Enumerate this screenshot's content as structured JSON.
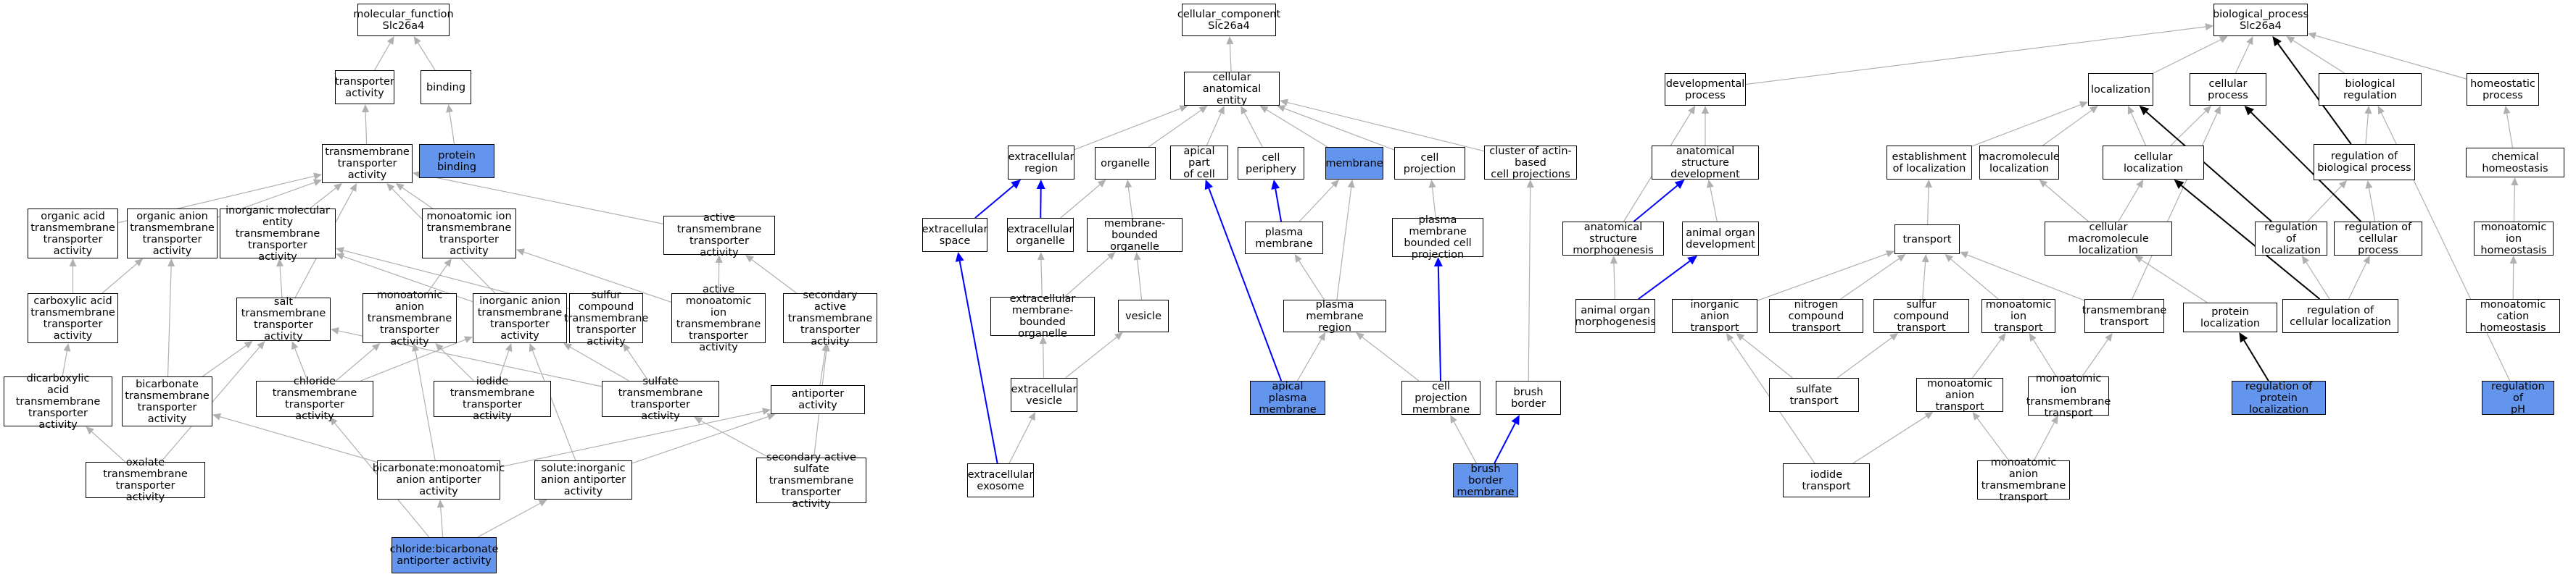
{
  "colors": {
    "plain": "#ffffff",
    "inferred": "#add8e6",
    "direct": "#6495ed",
    "edge_gray": "#b0b0b0",
    "edge_blue": "#0000ff",
    "edge_black": "#000000"
  },
  "nodes": [
    {
      "id": "mf",
      "label": "molecular_function\nSlc26a4",
      "style": "plain"
    },
    {
      "id": "ta",
      "label": "transporter\nactivity",
      "style": "plain"
    },
    {
      "id": "binding",
      "label": "binding",
      "style": "plain"
    },
    {
      "id": "pb",
      "label": "protein binding",
      "style": "direct"
    },
    {
      "id": "tmta",
      "label": "transmembrane\ntransporter\nactivity",
      "style": "plain"
    },
    {
      "id": "oatta",
      "label": "organic acid\ntransmembrane\ntransporter\nactivity",
      "style": "plain"
    },
    {
      "id": "oanta",
      "label": "organic anion\ntransmembrane\ntransporter\nactivity",
      "style": "plain"
    },
    {
      "id": "imeta",
      "label": "inorganic molecular\nentity transmembrane\ntransporter\nactivity",
      "style": "plain"
    },
    {
      "id": "maita",
      "label": "monoatomic ion\ntransmembrane\ntransporter\nactivity",
      "style": "plain"
    },
    {
      "id": "atta",
      "label": "active transmembrane\ntransporter\nactivity",
      "style": "plain"
    },
    {
      "id": "caatta",
      "label": "carboxylic acid\ntransmembrane\ntransporter\nactivity",
      "style": "plain"
    },
    {
      "id": "stta",
      "label": "salt transmembrane\ntransporter\nactivity",
      "style": "plain"
    },
    {
      "id": "maanta",
      "label": "monoatomic anion\ntransmembrane\ntransporter\nactivity",
      "style": "light"
    },
    {
      "id": "ianta",
      "label": "inorganic anion\ntransmembrane\ntransporter\nactivity",
      "style": "plain"
    },
    {
      "id": "sctta",
      "label": "sulfur compound\ntransmembrane\ntransporter\nactivity",
      "style": "plain"
    },
    {
      "id": "amita",
      "label": "active monoatomic\nion transmembrane\ntransporter\nactivity",
      "style": "plain"
    },
    {
      "id": "sata",
      "label": "secondary active\ntransmembrane\ntransporter\nactivity",
      "style": "plain"
    },
    {
      "id": "dcatta",
      "label": "dicarboxylic\nacid transmembrane\ntransporter\nactivity",
      "style": "plain"
    },
    {
      "id": "btta",
      "label": "bicarbonate\ntransmembrane\ntransporter\nactivity",
      "style": "light"
    },
    {
      "id": "cltta",
      "label": "chloride transmembrane\ntransporter\nactivity",
      "style": "light"
    },
    {
      "id": "itta",
      "label": "iodide transmembrane\ntransporter\nactivity",
      "style": "light"
    },
    {
      "id": "sutta",
      "label": "sulfate transmembrane\ntransporter\nactivity",
      "style": "light"
    },
    {
      "id": "apa",
      "label": "antiporter activity",
      "style": "plain"
    },
    {
      "id": "oxtta",
      "label": "oxalate transmembrane\ntransporter\nactivity",
      "style": "light"
    },
    {
      "id": "bmaaa",
      "label": "bicarbonate:monoatomic\nanion antiporter\nactivity",
      "style": "plain"
    },
    {
      "id": "siaa",
      "label": "solute:inorganic\nanion antiporter\nactivity",
      "style": "plain"
    },
    {
      "id": "sastta",
      "label": "secondary active\nsulfate transmembrane\ntransporter\nactivity",
      "style": "light"
    },
    {
      "id": "cbaa",
      "label": "chloride:bicarbonate\nantiporter activity",
      "style": "direct"
    },
    {
      "id": "cc",
      "label": "cellular_component\nSlc26a4",
      "style": "plain"
    },
    {
      "id": "cae",
      "label": "cellular anatomical\nentity",
      "style": "plain"
    },
    {
      "id": "ecr",
      "label": "extracellular\nregion",
      "style": "plain"
    },
    {
      "id": "org",
      "label": "organelle",
      "style": "plain"
    },
    {
      "id": "apc",
      "label": "apical part\nof cell",
      "style": "plain"
    },
    {
      "id": "cp",
      "label": "cell periphery",
      "style": "plain"
    },
    {
      "id": "mem",
      "label": "membrane",
      "style": "direct"
    },
    {
      "id": "cproj",
      "label": "cell projection",
      "style": "plain"
    },
    {
      "id": "caacp",
      "label": "cluster of actin-based\ncell projections",
      "style": "plain"
    },
    {
      "id": "ecs",
      "label": "extracellular\nspace",
      "style": "plain"
    },
    {
      "id": "eco",
      "label": "extracellular\norganelle",
      "style": "plain"
    },
    {
      "id": "mbo",
      "label": "membrane-bounded\norganelle",
      "style": "plain"
    },
    {
      "id": "pm",
      "label": "plasma membrane",
      "style": "light"
    },
    {
      "id": "pmbcp",
      "label": "plasma membrane\nbounded cell\nprojection",
      "style": "plain"
    },
    {
      "id": "ecmbo",
      "label": "extracellular\nmembrane-bounded\norganelle",
      "style": "plain"
    },
    {
      "id": "ves",
      "label": "vesicle",
      "style": "plain"
    },
    {
      "id": "pmr",
      "label": "plasma membrane\nregion",
      "style": "plain"
    },
    {
      "id": "ecv",
      "label": "extracellular\nvesicle",
      "style": "plain"
    },
    {
      "id": "apm",
      "label": "apical plasma\nmembrane",
      "style": "direct"
    },
    {
      "id": "cpm",
      "label": "cell projection\nmembrane",
      "style": "plain"
    },
    {
      "id": "bb",
      "label": "brush border",
      "style": "plain"
    },
    {
      "id": "exo",
      "label": "extracellular\nexosome",
      "style": "light"
    },
    {
      "id": "bbm",
      "label": "brush border\nmembrane",
      "style": "direct"
    },
    {
      "id": "bp",
      "label": "biological_process\nSlc26a4",
      "style": "plain"
    },
    {
      "id": "dp",
      "label": "developmental\nprocess",
      "style": "plain"
    },
    {
      "id": "loc",
      "label": "localization",
      "style": "plain"
    },
    {
      "id": "cproc",
      "label": "cellular process",
      "style": "plain"
    },
    {
      "id": "breg",
      "label": "biological regulation",
      "style": "plain"
    },
    {
      "id": "hp",
      "label": "homeostatic\nprocess",
      "style": "plain"
    },
    {
      "id": "asd",
      "label": "anatomical structure\ndevelopment",
      "style": "plain"
    },
    {
      "id": "eol",
      "label": "establishment\nof localization",
      "style": "plain"
    },
    {
      "id": "mml",
      "label": "macromolecule\nlocalization",
      "style": "plain"
    },
    {
      "id": "cloc",
      "label": "cellular localization",
      "style": "plain"
    },
    {
      "id": "rbp",
      "label": "regulation of\nbiological process",
      "style": "plain"
    },
    {
      "id": "ch",
      "label": "chemical homeostasis",
      "style": "plain"
    },
    {
      "id": "asm",
      "label": "anatomical structure\nmorphogenesis",
      "style": "plain"
    },
    {
      "id": "aod",
      "label": "animal organ\ndevelopment",
      "style": "plain"
    },
    {
      "id": "trans",
      "label": "transport",
      "style": "plain"
    },
    {
      "id": "rol",
      "label": "regulation of\nlocalization",
      "style": "plain"
    },
    {
      "id": "rcp",
      "label": "regulation of\ncellular process",
      "style": "plain"
    },
    {
      "id": "cmml",
      "label": "cellular macromolecule\nlocalization",
      "style": "plain"
    },
    {
      "id": "mih",
      "label": "monoatomic ion\nhomeostasis",
      "style": "plain"
    },
    {
      "id": "aom",
      "label": "animal organ\nmorphogenesis",
      "style": "light"
    },
    {
      "id": "iat",
      "label": "inorganic anion\ntransport",
      "style": "light"
    },
    {
      "id": "nct",
      "label": "nitrogen compound\ntransport",
      "style": "plain"
    },
    {
      "id": "sct",
      "label": "sulfur compound\ntransport",
      "style": "plain"
    },
    {
      "id": "mit",
      "label": "monoatomic ion\ntransport",
      "style": "plain"
    },
    {
      "id": "tmt",
      "label": "transmembrane\ntransport",
      "style": "light"
    },
    {
      "id": "pl",
      "label": "protein localization",
      "style": "plain"
    },
    {
      "id": "rcl",
      "label": "regulation of\ncellular localization",
      "style": "plain"
    },
    {
      "id": "mch",
      "label": "monoatomic cation\nhomeostasis",
      "style": "plain"
    },
    {
      "id": "st",
      "label": "sulfate transport",
      "style": "light"
    },
    {
      "id": "mat",
      "label": "monoatomic anion\ntransport",
      "style": "plain"
    },
    {
      "id": "mitt",
      "label": "monoatomic ion\ntransmembrane\ntransport",
      "style": "plain"
    },
    {
      "id": "rpl",
      "label": "regulation of\nprotein localization",
      "style": "direct"
    },
    {
      "id": "rph",
      "label": "regulation of\npH",
      "style": "direct"
    },
    {
      "id": "it",
      "label": "iodide transport",
      "style": "light"
    },
    {
      "id": "matt",
      "label": "monoatomic anion\ntransmembrane\ntransport",
      "style": "light"
    }
  ],
  "edges": [
    {
      "from": "ta",
      "to": "mf",
      "kind": "gray"
    },
    {
      "from": "binding",
      "to": "mf",
      "kind": "gray"
    },
    {
      "from": "pb",
      "to": "binding",
      "kind": "gray"
    },
    {
      "from": "tmta",
      "to": "ta",
      "kind": "gray"
    },
    {
      "from": "oatta",
      "to": "tmta",
      "kind": "gray"
    },
    {
      "from": "oanta",
      "to": "tmta",
      "kind": "gray"
    },
    {
      "from": "imeta",
      "to": "tmta",
      "kind": "gray"
    },
    {
      "from": "maita",
      "to": "tmta",
      "kind": "gray"
    },
    {
      "from": "atta",
      "to": "tmta",
      "kind": "gray"
    },
    {
      "from": "stta",
      "to": "tmta",
      "kind": "gray"
    },
    {
      "from": "ianta",
      "to": "tmta",
      "kind": "gray"
    },
    {
      "from": "caatta",
      "to": "oatta",
      "kind": "gray"
    },
    {
      "from": "caatta",
      "to": "oanta",
      "kind": "gray"
    },
    {
      "from": "dcatta",
      "to": "caatta",
      "kind": "gray"
    },
    {
      "from": "oxtta",
      "to": "dcatta",
      "kind": "gray"
    },
    {
      "from": "btta",
      "to": "oanta",
      "kind": "gray"
    },
    {
      "from": "btta",
      "to": "stta",
      "kind": "gray"
    },
    {
      "from": "oxtta",
      "to": "stta",
      "kind": "gray"
    },
    {
      "from": "stta",
      "to": "imeta",
      "kind": "gray"
    },
    {
      "from": "maanta",
      "to": "maita",
      "kind": "gray"
    },
    {
      "from": "ianta",
      "to": "imeta",
      "kind": "gray"
    },
    {
      "from": "sctta",
      "to": "imeta",
      "kind": "gray"
    },
    {
      "from": "amita",
      "to": "atta",
      "kind": "gray"
    },
    {
      "from": "amita",
      "to": "maita",
      "kind": "gray"
    },
    {
      "from": "sata",
      "to": "atta",
      "kind": "gray"
    },
    {
      "from": "cltta",
      "to": "stta",
      "kind": "gray"
    },
    {
      "from": "cltta",
      "to": "maanta",
      "kind": "gray"
    },
    {
      "from": "cltta",
      "to": "ianta",
      "kind": "gray"
    },
    {
      "from": "itta",
      "to": "maanta",
      "kind": "gray"
    },
    {
      "from": "itta",
      "to": "ianta",
      "kind": "gray"
    },
    {
      "from": "sutta",
      "to": "stta",
      "kind": "gray"
    },
    {
      "from": "sutta",
      "to": "ianta",
      "kind": "gray"
    },
    {
      "from": "sutta",
      "to": "sctta",
      "kind": "gray"
    },
    {
      "from": "apa",
      "to": "sata",
      "kind": "gray"
    },
    {
      "from": "bmaaa",
      "to": "btta",
      "kind": "gray"
    },
    {
      "from": "bmaaa",
      "to": "apa",
      "kind": "gray"
    },
    {
      "from": "bmaaa",
      "to": "maanta",
      "kind": "gray"
    },
    {
      "from": "siaa",
      "to": "apa",
      "kind": "gray"
    },
    {
      "from": "siaa",
      "to": "ianta",
      "kind": "gray"
    },
    {
      "from": "sastta",
      "to": "sutta",
      "kind": "gray"
    },
    {
      "from": "sastta",
      "to": "sata",
      "kind": "gray"
    },
    {
      "from": "cbaa",
      "to": "bmaaa",
      "kind": "gray"
    },
    {
      "from": "cbaa",
      "to": "siaa",
      "kind": "gray"
    },
    {
      "from": "cbaa",
      "to": "cltta",
      "kind": "gray"
    },
    {
      "from": "cae",
      "to": "cc",
      "kind": "gray"
    },
    {
      "from": "ecr",
      "to": "cae",
      "kind": "gray"
    },
    {
      "from": "org",
      "to": "cae",
      "kind": "gray"
    },
    {
      "from": "apc",
      "to": "cae",
      "kind": "gray"
    },
    {
      "from": "cp",
      "to": "cae",
      "kind": "gray"
    },
    {
      "from": "mem",
      "to": "cae",
      "kind": "gray"
    },
    {
      "from": "cproj",
      "to": "cae",
      "kind": "gray"
    },
    {
      "from": "caacp",
      "to": "cae",
      "kind": "gray"
    },
    {
      "from": "ecs",
      "to": "ecr",
      "kind": "blue"
    },
    {
      "from": "eco",
      "to": "ecr",
      "kind": "blue"
    },
    {
      "from": "eco",
      "to": "org",
      "kind": "gray"
    },
    {
      "from": "mbo",
      "to": "org",
      "kind": "gray"
    },
    {
      "from": "pm",
      "to": "cp",
      "kind": "blue"
    },
    {
      "from": "pm",
      "to": "mem",
      "kind": "gray"
    },
    {
      "from": "pmbcp",
      "to": "cproj",
      "kind": "gray"
    },
    {
      "from": "ecmbo",
      "to": "eco",
      "kind": "gray"
    },
    {
      "from": "ecmbo",
      "to": "mbo",
      "kind": "gray"
    },
    {
      "from": "ves",
      "to": "mbo",
      "kind": "gray"
    },
    {
      "from": "pmr",
      "to": "pm",
      "kind": "gray"
    },
    {
      "from": "pmr",
      "to": "mem",
      "kind": "gray"
    },
    {
      "from": "ecv",
      "to": "ecmbo",
      "kind": "gray"
    },
    {
      "from": "ecv",
      "to": "ves",
      "kind": "gray"
    },
    {
      "from": "apm",
      "to": "apc",
      "kind": "blue"
    },
    {
      "from": "apm",
      "to": "pmr",
      "kind": "gray"
    },
    {
      "from": "cpm",
      "to": "pmbcp",
      "kind": "blue"
    },
    {
      "from": "cpm",
      "to": "pmr",
      "kind": "gray"
    },
    {
      "from": "bb",
      "to": "caacp",
      "kind": "gray"
    },
    {
      "from": "exo",
      "to": "ecs",
      "kind": "blue"
    },
    {
      "from": "exo",
      "to": "ecv",
      "kind": "gray"
    },
    {
      "from": "bbm",
      "to": "bb",
      "kind": "blue"
    },
    {
      "from": "bbm",
      "to": "cpm",
      "kind": "gray"
    },
    {
      "from": "dp",
      "to": "bp",
      "kind": "gray"
    },
    {
      "from": "loc",
      "to": "bp",
      "kind": "gray"
    },
    {
      "from": "cproc",
      "to": "bp",
      "kind": "gray"
    },
    {
      "from": "breg",
      "to": "bp",
      "kind": "gray"
    },
    {
      "from": "hp",
      "to": "bp",
      "kind": "gray"
    },
    {
      "from": "asd",
      "to": "dp",
      "kind": "gray"
    },
    {
      "from": "eol",
      "to": "loc",
      "kind": "gray"
    },
    {
      "from": "mml",
      "to": "loc",
      "kind": "gray"
    },
    {
      "from": "cloc",
      "to": "loc",
      "kind": "gray"
    },
    {
      "from": "cloc",
      "to": "cproc",
      "kind": "gray"
    },
    {
      "from": "rbp",
      "to": "breg",
      "kind": "gray"
    },
    {
      "from": "rbp",
      "to": "bp",
      "kind": "black"
    },
    {
      "from": "ch",
      "to": "hp",
      "kind": "gray"
    },
    {
      "from": "asm",
      "to": "asd",
      "kind": "blue"
    },
    {
      "from": "asm",
      "to": "dp",
      "kind": "gray"
    },
    {
      "from": "aod",
      "to": "asd",
      "kind": "gray"
    },
    {
      "from": "trans",
      "to": "eol",
      "kind": "gray"
    },
    {
      "from": "rol",
      "to": "loc",
      "kind": "black"
    },
    {
      "from": "rol",
      "to": "rbp",
      "kind": "gray"
    },
    {
      "from": "rcp",
      "to": "cproc",
      "kind": "black"
    },
    {
      "from": "rcp",
      "to": "rbp",
      "kind": "gray"
    },
    {
      "from": "cmml",
      "to": "mml",
      "kind": "gray"
    },
    {
      "from": "cmml",
      "to": "cloc",
      "kind": "gray"
    },
    {
      "from": "mih",
      "to": "ch",
      "kind": "gray"
    },
    {
      "from": "aom",
      "to": "asm",
      "kind": "gray"
    },
    {
      "from": "aom",
      "to": "aod",
      "kind": "blue"
    },
    {
      "from": "iat",
      "to": "trans",
      "kind": "gray"
    },
    {
      "from": "nct",
      "to": "trans",
      "kind": "gray"
    },
    {
      "from": "sct",
      "to": "trans",
      "kind": "gray"
    },
    {
      "from": "mit",
      "to": "trans",
      "kind": "gray"
    },
    {
      "from": "tmt",
      "to": "trans",
      "kind": "gray"
    },
    {
      "from": "tmt",
      "to": "cproc",
      "kind": "gray"
    },
    {
      "from": "pl",
      "to": "cmml",
      "kind": "gray"
    },
    {
      "from": "rcl",
      "to": "cloc",
      "kind": "black"
    },
    {
      "from": "rcl",
      "to": "rol",
      "kind": "gray"
    },
    {
      "from": "rcl",
      "to": "rcp",
      "kind": "gray"
    },
    {
      "from": "mch",
      "to": "mih",
      "kind": "gray"
    },
    {
      "from": "st",
      "to": "iat",
      "kind": "gray"
    },
    {
      "from": "st",
      "to": "sct",
      "kind": "gray"
    },
    {
      "from": "mat",
      "to": "mit",
      "kind": "gray"
    },
    {
      "from": "mitt",
      "to": "mit",
      "kind": "gray"
    },
    {
      "from": "mitt",
      "to": "tmt",
      "kind": "gray"
    },
    {
      "from": "rpl",
      "to": "pl",
      "kind": "black"
    },
    {
      "from": "rph",
      "to": "breg",
      "kind": "gray"
    },
    {
      "from": "it",
      "to": "iat",
      "kind": "gray"
    },
    {
      "from": "it",
      "to": "mat",
      "kind": "gray"
    },
    {
      "from": "matt",
      "to": "mat",
      "kind": "gray"
    },
    {
      "from": "matt",
      "to": "mitt",
      "kind": "gray"
    }
  ]
}
